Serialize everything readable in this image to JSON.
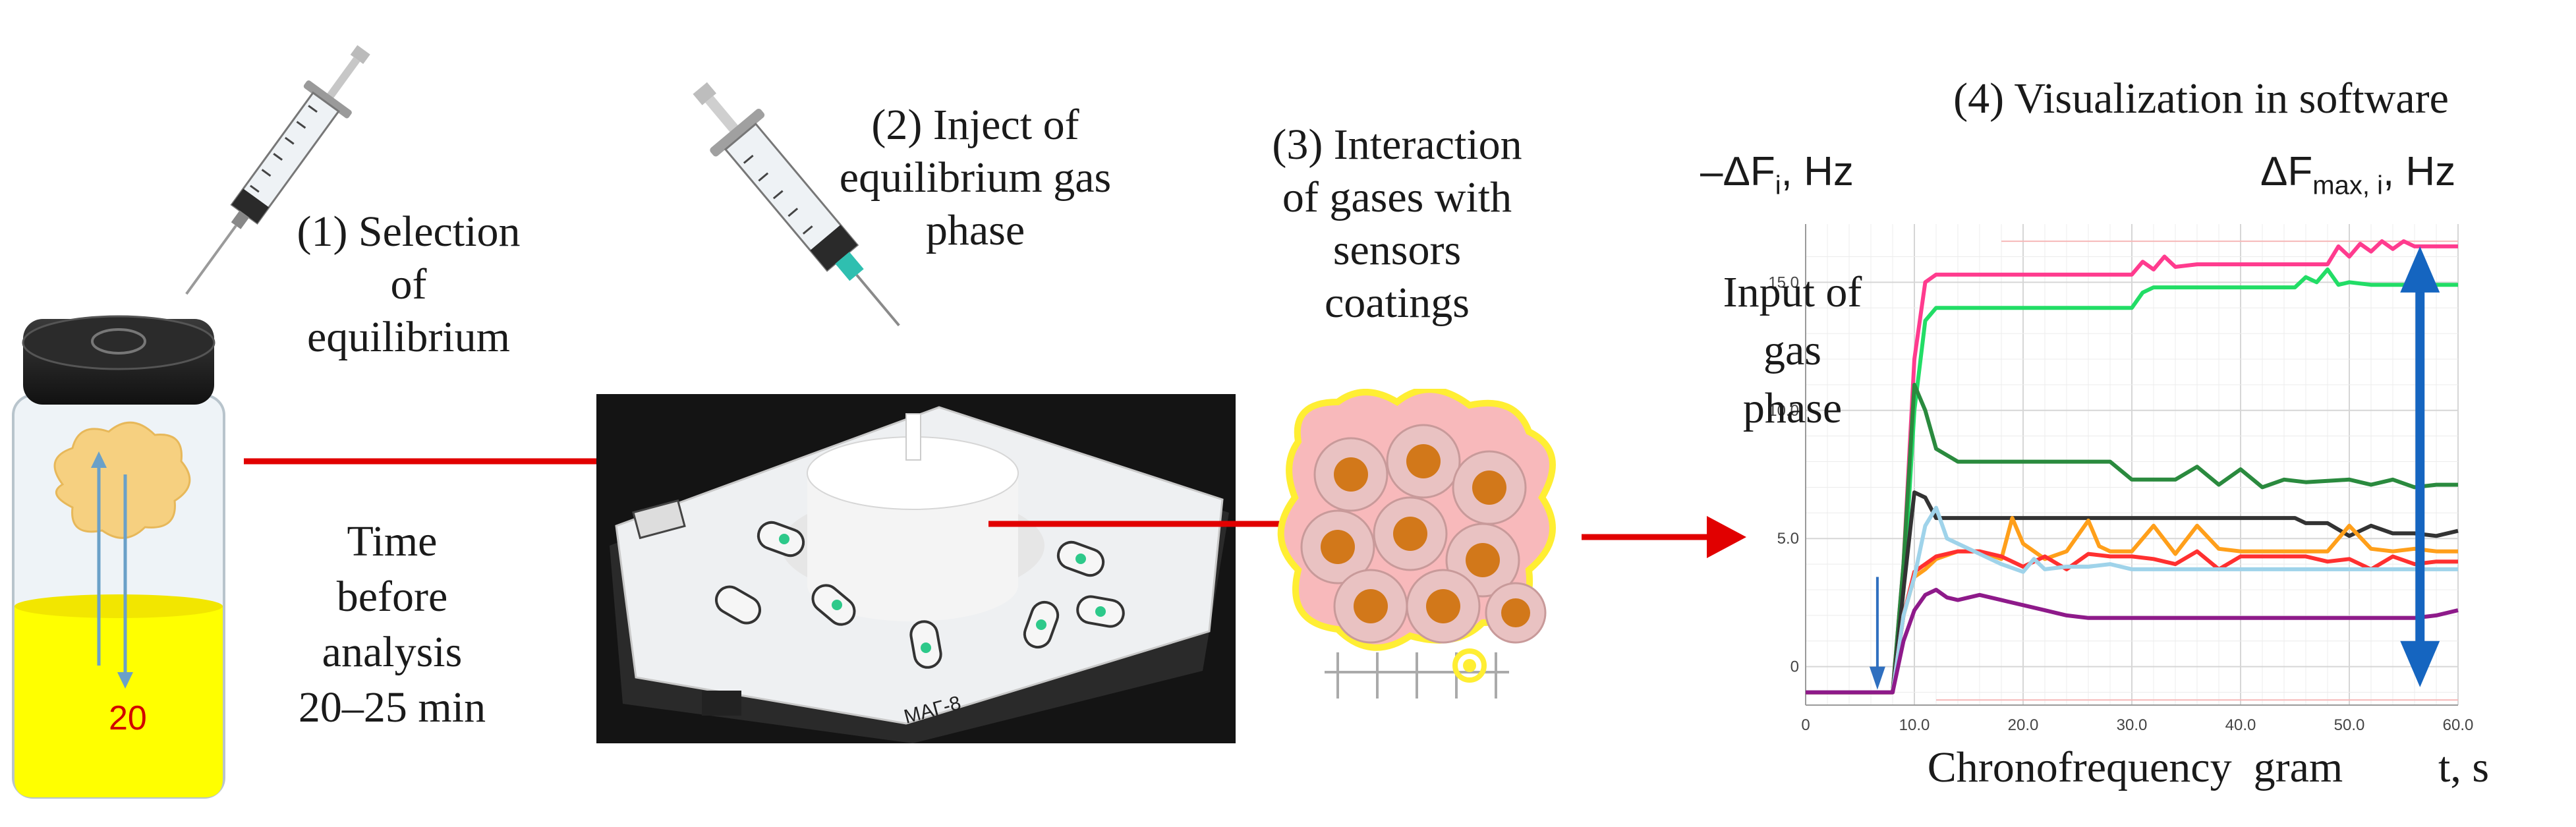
{
  "steps": {
    "step1": [
      "(1) Selection",
      "of",
      "equilibrium"
    ],
    "time_note": [
      "Time",
      "before",
      "analysis",
      "20–25 min"
    ],
    "vial_label": "20",
    "step2": [
      "(2) Inject of",
      "equilibrium gas",
      "phase"
    ],
    "device_label": "МАГ-8",
    "step3": [
      "(3) Interaction",
      "of gases with",
      "sensors",
      "coatings"
    ],
    "step4": "(4) Visualization in software"
  },
  "chart_labels": {
    "y_label_prefix": "–ΔF",
    "y_label_sub": "i",
    "y_label_unit": ", Hz",
    "max_label_prefix": "ΔF",
    "max_label_sub": "max, i",
    "max_label_unit": ", Hz",
    "input_note": [
      "Input of",
      "gas",
      "phase"
    ],
    "x_caption": "Chronofrequency  gram",
    "x_unit": "t, s"
  },
  "chart_data": {
    "type": "line",
    "x_ticks": [
      "0",
      "10.0",
      "20.0",
      "30.0",
      "40.0",
      "50.0",
      "60.0"
    ],
    "y_ticks": [
      "0",
      "5.0",
      "10.0",
      "15.0"
    ],
    "xlim": [
      0,
      60
    ],
    "ylim": [
      -1.5,
      16.5
    ],
    "series": [
      {
        "color": "#ff3b8e",
        "x": [
          0,
          3,
          6,
          8,
          9,
          10,
          11,
          12,
          14,
          20,
          30,
          31,
          32,
          33,
          34,
          36,
          40,
          48,
          49,
          50,
          51,
          52,
          53,
          54,
          55,
          56,
          60
        ],
        "y": [
          -1,
          -1,
          -1,
          -1,
          4,
          12,
          15,
          15.3,
          15.3,
          15.3,
          15.3,
          15.8,
          15.5,
          16,
          15.6,
          15.7,
          15.7,
          15.7,
          16.4,
          16,
          16.5,
          16.2,
          16.6,
          16.3,
          16.6,
          16.4,
          16.4
        ]
      },
      {
        "color": "#22dd66",
        "x": [
          0,
          3,
          6,
          8,
          9,
          10,
          11,
          12,
          14,
          20,
          30,
          31,
          32,
          40,
          45,
          46,
          47,
          48,
          49,
          50,
          52,
          60
        ],
        "y": [
          -1,
          -1,
          -1,
          -1,
          3,
          10,
          13.5,
          14,
          14,
          14,
          14,
          14.6,
          14.8,
          14.8,
          14.8,
          15.2,
          15,
          15.5,
          14.9,
          15,
          14.9,
          14.9
        ]
      },
      {
        "color": "#2a8a3e",
        "x": [
          0,
          3,
          6,
          8,
          9,
          10,
          11,
          12,
          14,
          16,
          20,
          28,
          30,
          34,
          36,
          38,
          40,
          42,
          44,
          46,
          50,
          52,
          54,
          56,
          58,
          60
        ],
        "y": [
          -1,
          -1,
          -1,
          -1,
          4,
          11,
          10,
          8.5,
          8,
          8,
          8,
          8,
          7.3,
          7.3,
          7.8,
          7.1,
          7.7,
          7,
          7.3,
          7.2,
          7.3,
          7.1,
          7.3,
          7,
          7.1,
          7.1
        ]
      },
      {
        "color": "#333333",
        "x": [
          0,
          3,
          6,
          8,
          9,
          10,
          11,
          12,
          13,
          14,
          15,
          20,
          30,
          40,
          45,
          46,
          48,
          50,
          52,
          54,
          56,
          58,
          60
        ],
        "y": [
          -1,
          -1,
          -1,
          -1,
          3,
          6.8,
          6.6,
          5.8,
          5.8,
          5.8,
          5.8,
          5.8,
          5.8,
          5.8,
          5.8,
          5.6,
          5.6,
          5.1,
          5.5,
          5.2,
          5.2,
          5.1,
          5.3
        ]
      },
      {
        "color": "#ff9f1a",
        "x": [
          0,
          3,
          6,
          8,
          9,
          10,
          11,
          12,
          14,
          16,
          18,
          19,
          20,
          22,
          24,
          26,
          27,
          28,
          30,
          32,
          34,
          36,
          38,
          40,
          42,
          44,
          46,
          48,
          50,
          52,
          54,
          56,
          58,
          60
        ],
        "y": [
          -1,
          -1,
          -1,
          -1,
          2,
          3.5,
          3.8,
          4.2,
          4.5,
          4.5,
          4.2,
          5.8,
          4.8,
          4.2,
          4.5,
          5.7,
          4.7,
          4.5,
          4.5,
          5.5,
          4.4,
          5.5,
          4.6,
          4.5,
          4.5,
          4.5,
          4.5,
          4.5,
          5.5,
          4.6,
          4.5,
          4.6,
          4.5,
          4.5
        ]
      },
      {
        "color": "#ff3030",
        "x": [
          0,
          3,
          6,
          8,
          9,
          10,
          11,
          12,
          14,
          16,
          18,
          20,
          22,
          24,
          26,
          28,
          30,
          32,
          34,
          36,
          38,
          40,
          42,
          44,
          46,
          48,
          50,
          52,
          54,
          56,
          58,
          60
        ],
        "y": [
          -1,
          -1,
          -1,
          -1,
          2,
          3.7,
          4,
          4.3,
          4.5,
          4.5,
          4.3,
          3.9,
          4.3,
          3.8,
          4.4,
          4.3,
          4.3,
          4.2,
          4,
          4.5,
          3.8,
          4.3,
          4.3,
          4.3,
          4.3,
          4.1,
          4.2,
          3.8,
          4.3,
          4,
          4.1,
          4.1
        ]
      },
      {
        "color": "#9fd3ea",
        "x": [
          0,
          3,
          6,
          8,
          9,
          10,
          11,
          12,
          13,
          14,
          16,
          18,
          20,
          21,
          22,
          24,
          26,
          28,
          30,
          40,
          50,
          56,
          58,
          60
        ],
        "y": [
          -1,
          -1,
          -1,
          -1,
          2,
          3.5,
          5.5,
          6.2,
          5,
          4.8,
          4.4,
          4,
          3.7,
          4.2,
          3.8,
          3.9,
          3.9,
          4,
          3.8,
          3.8,
          3.8,
          3.8,
          3.8,
          3.8
        ]
      },
      {
        "color": "#8e1a8a",
        "x": [
          0,
          3,
          6,
          8,
          9,
          10,
          11,
          12,
          13,
          14,
          16,
          18,
          20,
          22,
          24,
          26,
          30,
          40,
          50,
          56,
          58,
          60
        ],
        "y": [
          -1,
          -1,
          -1,
          -1,
          1,
          2.2,
          2.8,
          3,
          2.7,
          2.6,
          2.8,
          2.6,
          2.4,
          2.2,
          2,
          1.9,
          1.9,
          1.9,
          1.9,
          1.9,
          2,
          2.2
        ]
      }
    ]
  }
}
